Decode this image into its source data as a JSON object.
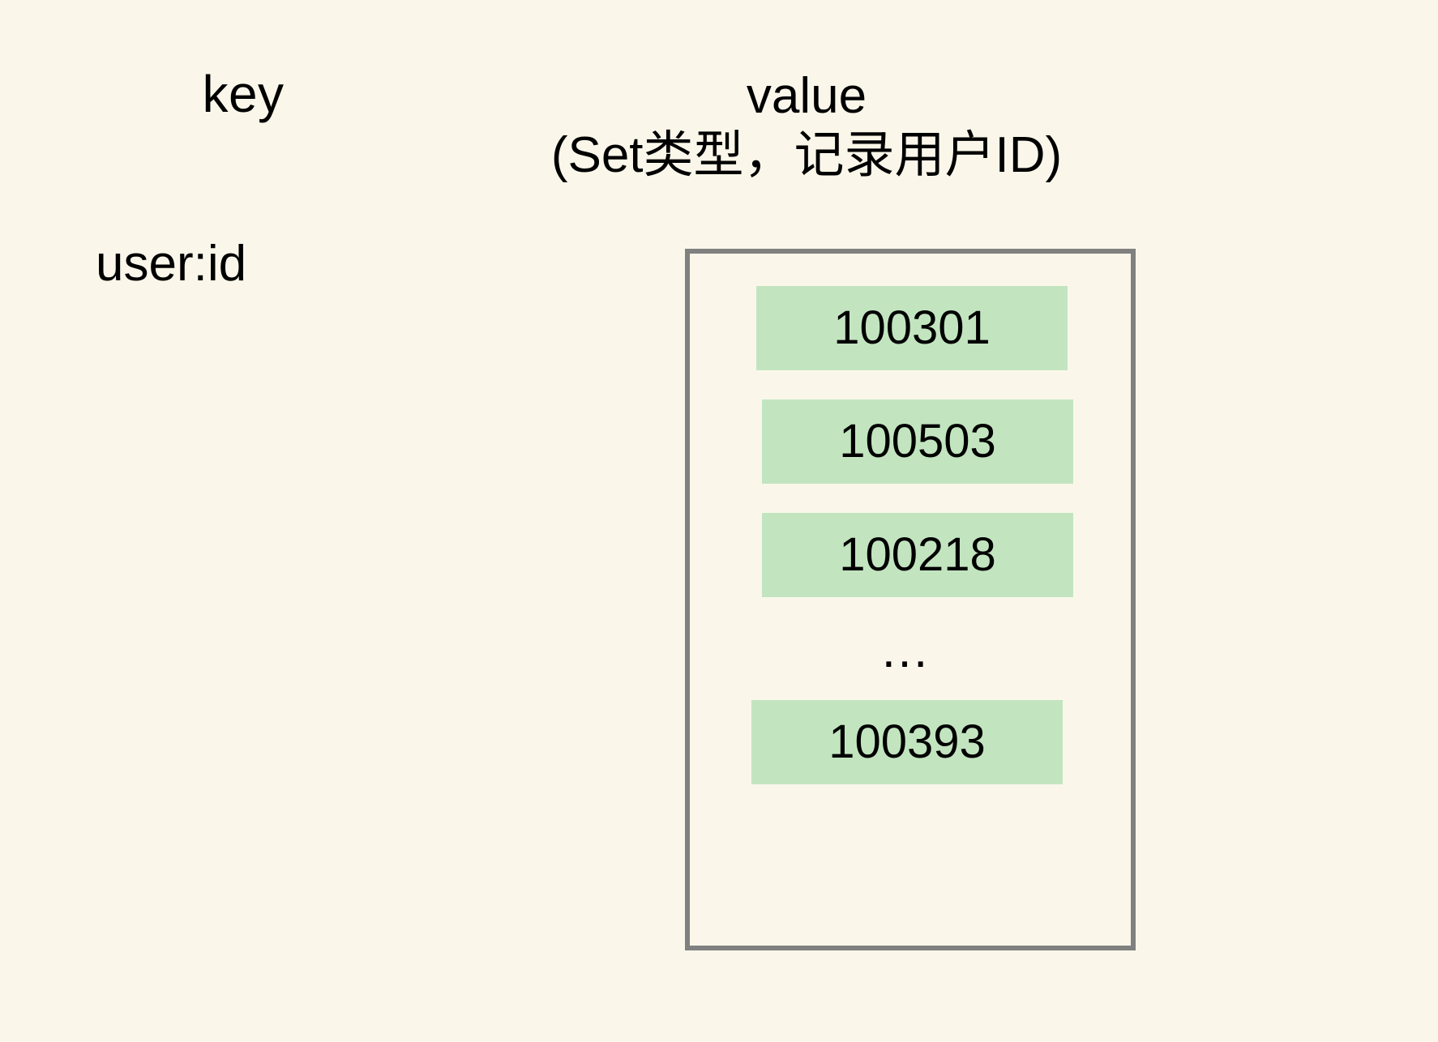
{
  "canvas": {
    "background_color": "#faf7ea",
    "text_color": "#000000"
  },
  "columns": {
    "key": {
      "header": "key",
      "entry": "user:id"
    },
    "value": {
      "header": "value",
      "subtitle": "(Set类型，记录用户ID)"
    }
  },
  "set_box": {
    "border_color": "#808080",
    "fill_color": "#faf7ea",
    "chip_color": "#c2e5c0",
    "items": [
      {
        "label": "100301",
        "kind": "member"
      },
      {
        "label": "100503",
        "kind": "member"
      },
      {
        "label": "100218",
        "kind": "member"
      },
      {
        "label": "…",
        "kind": "ellipsis"
      },
      {
        "label": "100393",
        "kind": "member"
      }
    ]
  }
}
